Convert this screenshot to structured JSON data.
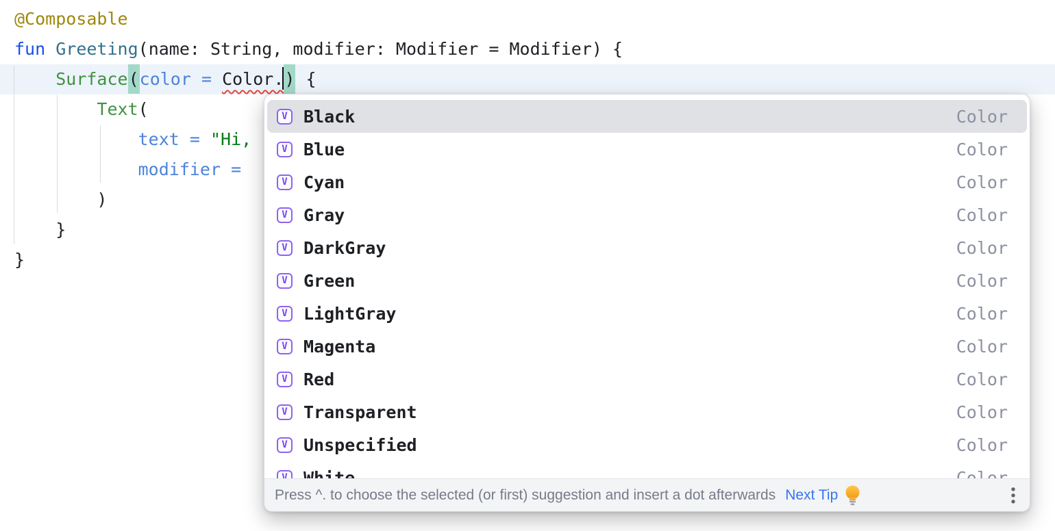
{
  "colors": {
    "annotation": "#9E880D",
    "keyword": "#1750EB",
    "function_decl": "#33708F",
    "composable_call": "#3F9142",
    "named_arg": "#4D84D9",
    "string": "#067D17",
    "code_text": "#1F2126",
    "caret_line_bg": "#EDF3FA",
    "brace_match_bg": "#A3D9C9",
    "error_squiggle": "#E1493E",
    "indent_guide": "#D5D9DF",
    "popup_border": "#D7D9DE",
    "selected_row": "#DFE1E5",
    "item_text": "#1E2024",
    "type_text": "#8D91A0",
    "icon_border": "#8E63F2",
    "icon_bg": "#FBFAFE",
    "icon_letter": "#7547EE",
    "hint_bar_bg": "#F3F4F6",
    "hint_bar_border": "#E2E4E8",
    "hint_text": "#767B88",
    "link_blue": "#3574F0"
  },
  "editor": {
    "lines": [
      [
        {
          "s": "ann",
          "t": "@Composable"
        }
      ],
      [
        {
          "s": "kw",
          "t": "fun"
        },
        {
          "s": "plain",
          "t": " "
        },
        {
          "s": "fn",
          "t": "Greeting"
        },
        {
          "s": "plain",
          "t": "(name: String, modifier: Modifier = Modifier) {"
        }
      ],
      [
        {
          "s": "plain",
          "t": "    "
        },
        {
          "s": "comp",
          "t": "Surface"
        },
        {
          "s": "pmatch",
          "t": "("
        },
        {
          "s": "arg",
          "t": "color ="
        },
        {
          "s": "plain",
          "t": " "
        },
        {
          "s": "err",
          "t": "Color."
        },
        {
          "s": "caret",
          "t": ""
        },
        {
          "s": "pmatch",
          "t": ")"
        },
        {
          "s": "plain",
          "t": " {"
        }
      ],
      [
        {
          "s": "plain",
          "t": "        "
        },
        {
          "s": "comp",
          "t": "Text"
        },
        {
          "s": "plain",
          "t": "("
        }
      ],
      [
        {
          "s": "plain",
          "t": "            "
        },
        {
          "s": "arg",
          "t": "text ="
        },
        {
          "s": "plain",
          "t": " "
        },
        {
          "s": "str",
          "t": "\"Hi,"
        }
      ],
      [
        {
          "s": "plain",
          "t": "            "
        },
        {
          "s": "arg",
          "t": "modifier ="
        },
        {
          "s": "plain",
          "t": " "
        }
      ],
      [
        {
          "s": "plain",
          "t": "        )"
        }
      ],
      [
        {
          "s": "plain",
          "t": "    }"
        }
      ],
      [
        {
          "s": "plain",
          "t": "}"
        }
      ]
    ]
  },
  "popup": {
    "item_icon": "V",
    "selected_index": 0,
    "items": [
      {
        "label": "Black",
        "type": "Color"
      },
      {
        "label": "Blue",
        "type": "Color"
      },
      {
        "label": "Cyan",
        "type": "Color"
      },
      {
        "label": "Gray",
        "type": "Color"
      },
      {
        "label": "DarkGray",
        "type": "Color"
      },
      {
        "label": "Green",
        "type": "Color"
      },
      {
        "label": "LightGray",
        "type": "Color"
      },
      {
        "label": "Magenta",
        "type": "Color"
      },
      {
        "label": "Red",
        "type": "Color"
      },
      {
        "label": "Transparent",
        "type": "Color"
      },
      {
        "label": "Unspecified",
        "type": "Color"
      },
      {
        "label": "White",
        "type": "Color"
      }
    ],
    "hint": {
      "text": "Press ^. to choose the selected (or first) suggestion and insert a dot afterwards",
      "next_tip_label": "Next Tip"
    }
  }
}
